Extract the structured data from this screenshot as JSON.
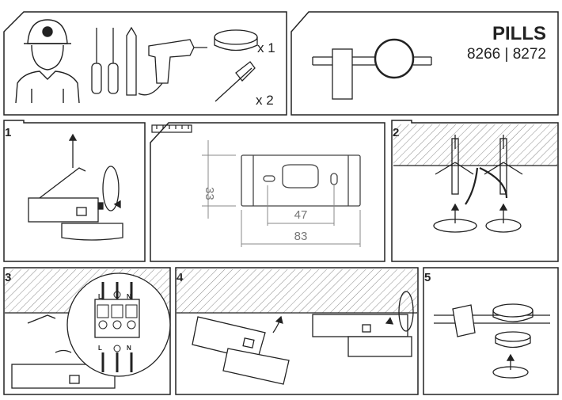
{
  "header": {
    "title": "PILLS",
    "model_numbers": "8266 | 8272"
  },
  "tools_panel": {
    "qty_box": "x 1",
    "qty_anchor": "x 2"
  },
  "steps": [
    {
      "number": "1"
    },
    {
      "number": "2"
    },
    {
      "number": "3"
    },
    {
      "number": "4"
    },
    {
      "number": "5"
    }
  ],
  "dimensions": {
    "height": "33",
    "inner_width": "47",
    "outer_width": "83"
  },
  "terminal_labels_top": [
    "L",
    "N"
  ],
  "terminal_labels_bottom": [
    "L",
    "N"
  ]
}
